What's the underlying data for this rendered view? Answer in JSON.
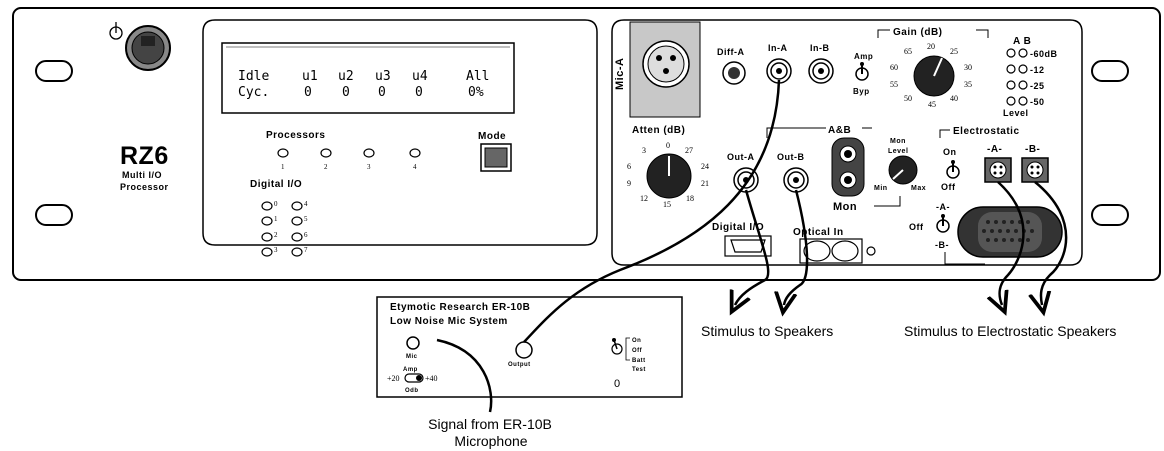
{
  "rz6": {
    "model": "RZ6",
    "subtitle_line1": "Multi I/O",
    "subtitle_line2": "Processor",
    "lcd": {
      "row1": [
        "Idle",
        "u1",
        "u2",
        "u3",
        "u4",
        "All"
      ],
      "row2": [
        "Cyc.",
        "0",
        "0",
        "0",
        "0",
        "0%"
      ]
    },
    "processors_label": "Processors",
    "processor_leds": [
      "1",
      "2",
      "3",
      "4"
    ],
    "digital_io_label": "Digital I/O",
    "digital_leds_left": [
      "0",
      "1",
      "2",
      "3"
    ],
    "digital_leds_right": [
      "4",
      "5",
      "6",
      "7"
    ],
    "mode_label": "Mode",
    "mic_a_label": "Mic-A",
    "diff_a_label": "Diff-A",
    "in_a_label": "In-A",
    "in_b_label": "In-B",
    "amp_label": "Amp",
    "byp_label": "Byp",
    "gain_label": "Gain (dB)",
    "gain_ticks": [
      "20",
      "25",
      "30",
      "35",
      "40",
      "45",
      "50",
      "55",
      "60",
      "65"
    ],
    "level_ab": "A  B",
    "level_values": [
      "-60dB",
      "-12",
      "-25",
      "-50"
    ],
    "level_label": "Level",
    "atten_label": "Atten (dB)",
    "atten_ticks": [
      "0",
      "27",
      "24",
      "21",
      "18",
      "15",
      "12",
      "9",
      "6",
      "3"
    ],
    "a_and_b_label": "A&B",
    "out_a_label": "Out-A",
    "out_b_label": "Out-B",
    "mon_level_line1": "Mon",
    "mon_level_line2": "Level",
    "mon_min": "Min",
    "mon_max": "Max",
    "mon_label": "Mon",
    "electrostatic_label": "Electrostatic",
    "on_label": "On",
    "off_label": "Off",
    "es_a_label": "-A-",
    "es_b_label": "-B-",
    "switch_a_label": "-A-",
    "switch_off_label": "Off",
    "switch_b_label": "-B-",
    "digital_io_port_label": "Digital I/O",
    "optical_in_label": "Optical In"
  },
  "er10b": {
    "title_line1": "Etymotic Research ER-10B",
    "title_line2": "Low Noise Mic System",
    "mic_label": "Mic",
    "output_label": "Output",
    "amp_label": "Amp",
    "amp_left": "+20",
    "amp_right": "+40",
    "amp_unit": "Odb",
    "switch_on": "On",
    "switch_off": "Off",
    "switch_batt": "Batt",
    "switch_test": "Test",
    "counter": "0"
  },
  "annotations": {
    "stimulus_speakers": "Stimulus to Speakers",
    "stimulus_es_speakers": "Stimulus to Electrostatic Speakers",
    "signal_line1": "Signal from ER-10B",
    "signal_line2": "Microphone"
  }
}
